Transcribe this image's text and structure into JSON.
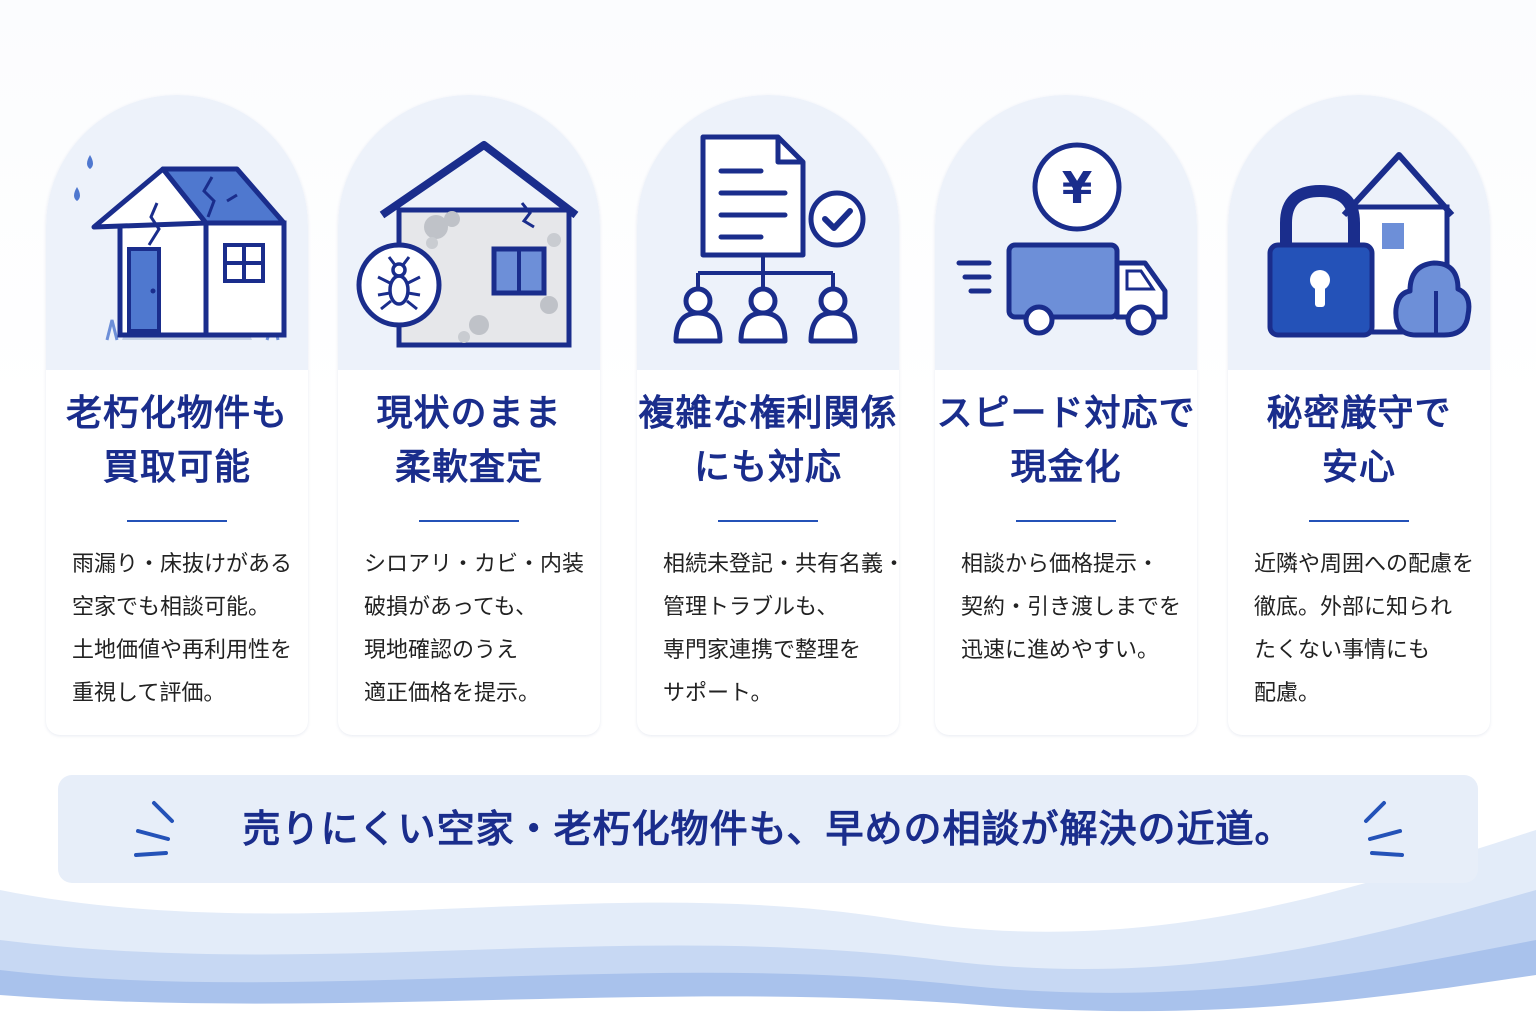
{
  "colors": {
    "navy": "#1a2d8c",
    "accent": "#2452b8",
    "icon_fill": "#6d8fd8",
    "card_top_bg": "#edf2fa",
    "banner_bg": "#e7eef9"
  },
  "cards": [
    {
      "icon": "damaged-house-icon",
      "title": [
        "老朽化物件も",
        "買取可能"
      ],
      "body": [
        "雨漏り・床抜けがある",
        "空家でも相談可能。",
        "土地価値や再利用性を",
        "重視して評価。"
      ]
    },
    {
      "icon": "termite-house-icon",
      "title": [
        "現状のまま",
        "柔軟査定"
      ],
      "body": [
        "シロアリ・カビ・内装",
        "破損があっても、",
        "現地確認のうえ",
        "適正価格を提示。"
      ]
    },
    {
      "icon": "document-people-icon",
      "title": [
        "複雑な権利関係",
        "にも対応"
      ],
      "body": [
        "相続未登記・共有名義・",
        "管理トラブルも、",
        "専門家連携で整理を",
        "サポート。"
      ]
    },
    {
      "icon": "yen-truck-icon",
      "title": [
        "スピード対応で",
        "現金化"
      ],
      "body": [
        "相談から価格提示・",
        "契約・引き渡しまでを",
        "迅速に進めやすい。"
      ]
    },
    {
      "icon": "padlock-house-icon",
      "title": [
        "秘密厳守で",
        "安心"
      ],
      "body": [
        "近隣や周囲への配慮を",
        "徹底。外部に知られ",
        "たくない事情にも",
        "配慮。"
      ]
    }
  ],
  "banner": {
    "text": "売りにくい空家・老朽化物件も、早めの相談が解決の近道。"
  }
}
